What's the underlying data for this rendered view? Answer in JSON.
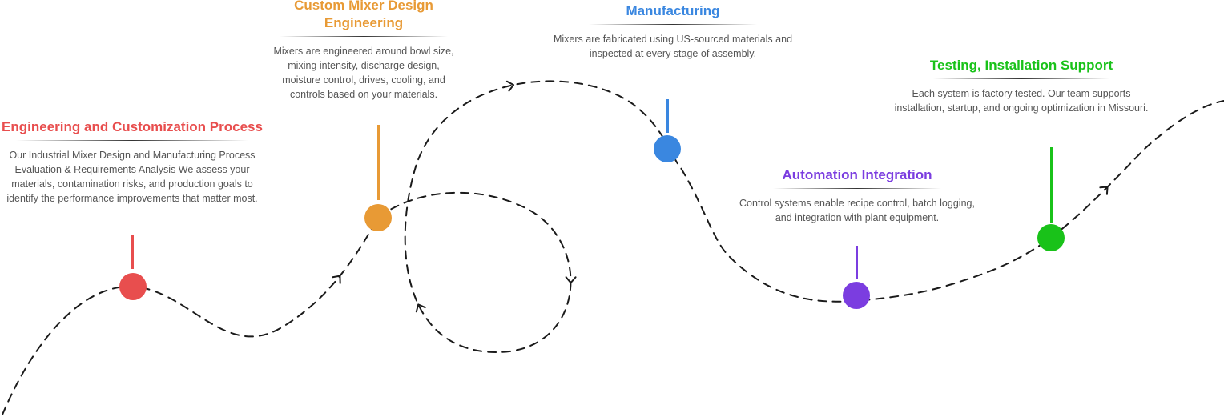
{
  "colors": {
    "path": "#1a1a1a",
    "rule_fade": "#ffffff",
    "rule_mid": "#333333"
  },
  "steps": [
    {
      "id": "engineering-customization",
      "title": "Engineering and Customization Process",
      "description": "Our Industrial Mixer Design and Manufacturing Process Evaluation & Requirements Analysis We assess your materials, contamination risks, and production goals to identify the performance improvements that matter most.",
      "color": "#e84e4e"
    },
    {
      "id": "custom-mixer-design",
      "title": "Custom Mixer Design Engineering",
      "description": "Mixers are engineered around bowl size, mixing intensity, discharge design, moisture control, drives, cooling, and controls based on your materials.",
      "color": "#e89a35"
    },
    {
      "id": "manufacturing",
      "title": "Manufacturing",
      "description": "Mixers are fabricated using US-sourced materials and inspected at every stage of assembly.",
      "color": "#3a87e0"
    },
    {
      "id": "automation-integration",
      "title": "Automation Integration",
      "description": "Control systems enable recipe control, batch logging, and integration with plant equipment.",
      "color": "#7b3de0"
    },
    {
      "id": "testing-installation",
      "title": "Testing, Installation Support",
      "description": "Each system is factory tested. Our team supports installation, startup, and ongoing optimization in Missouri.",
      "color": "#19c219"
    }
  ]
}
